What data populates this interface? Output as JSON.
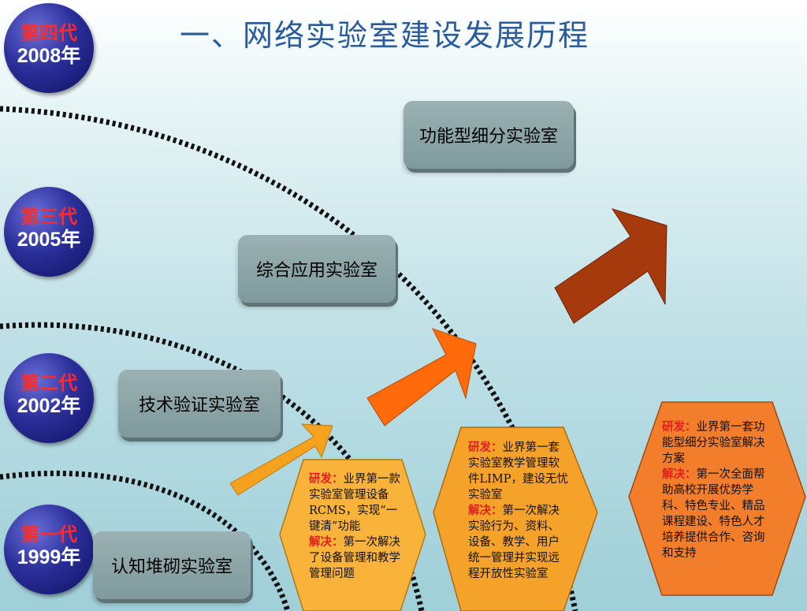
{
  "title": "一、网络实验室建设发展历程",
  "generations": [
    {
      "name": "第四代",
      "year": "2008年"
    },
    {
      "name": "第三代",
      "year": "2005年"
    },
    {
      "name": "第二代",
      "year": "2002年"
    },
    {
      "name": "第一代",
      "year": "1999年"
    }
  ],
  "stages": [
    {
      "label": "功能型细分实验室"
    },
    {
      "label": "综合应用实验室"
    },
    {
      "label": "技术验证实验室"
    },
    {
      "label": "认知堆砌实验室"
    }
  ],
  "hexagons": [
    {
      "research_key": "研发：",
      "research": "业界第一款实验室管理设备RCMS，实现“一键清”功能",
      "solve_key": "解决：",
      "solve": "第一次解决了设备管理和教学管理问题",
      "color": "#f9b23a"
    },
    {
      "research_key": "研发：",
      "research": "业界第一套实验室教学管理软件LIMP，建设无忧实验室",
      "solve_key": "解决：",
      "solve": "第一次解决实验行为、资料、设备、教学、用户统一管理并实现远程开放性实验室",
      "color": "#f5a22a"
    },
    {
      "research_key": "研发：",
      "research": "业界第一套功能型细分实验室解决方案",
      "solve_key": "解决：",
      "solve": "第一次全面帮助高校开展优势学科、特色专业、精品课程建设、特色人才培养提供合作、咨询和支持",
      "color": "#f27d2a"
    }
  ],
  "colors": {
    "arrow1": "#f7a21f",
    "arrow2": "#ff6a0a",
    "arrow3": "#a63a0c",
    "accent_red": "#e02020"
  }
}
